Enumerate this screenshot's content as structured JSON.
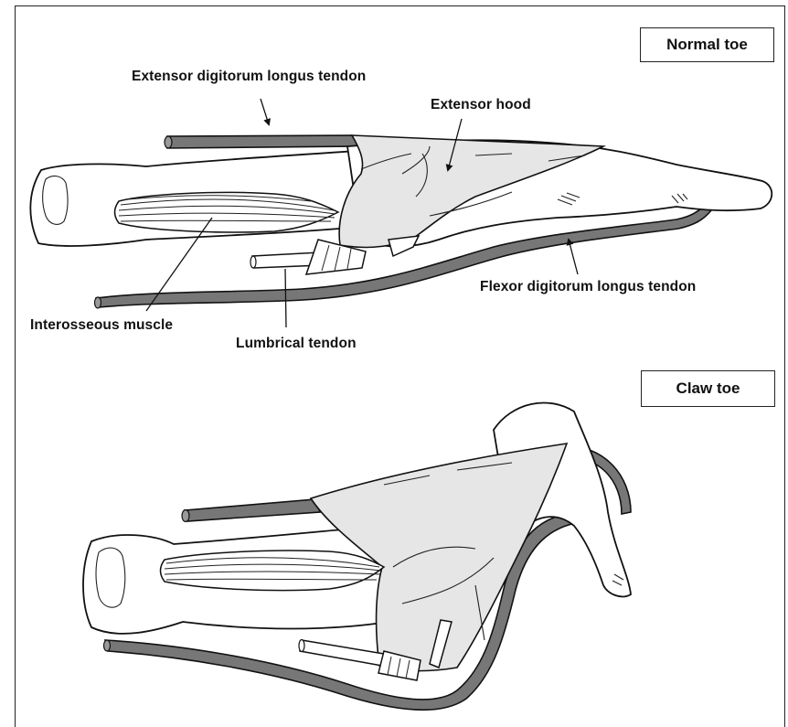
{
  "normal_panel": {
    "title": "Normal toe",
    "labels": {
      "extensor_tendon": "Extensor digitorum longus tendon",
      "extensor_hood": "Extensor hood",
      "flexor_tendon": "Flexor digitorum longus tendon",
      "interosseous": "Interosseous muscle",
      "lumbrical": "Lumbrical tendon"
    }
  },
  "claw_panel": {
    "title": "Claw toe"
  },
  "colors": {
    "tendon": "#777777",
    "hood": "#e6e6e6",
    "outline": "#111111"
  }
}
